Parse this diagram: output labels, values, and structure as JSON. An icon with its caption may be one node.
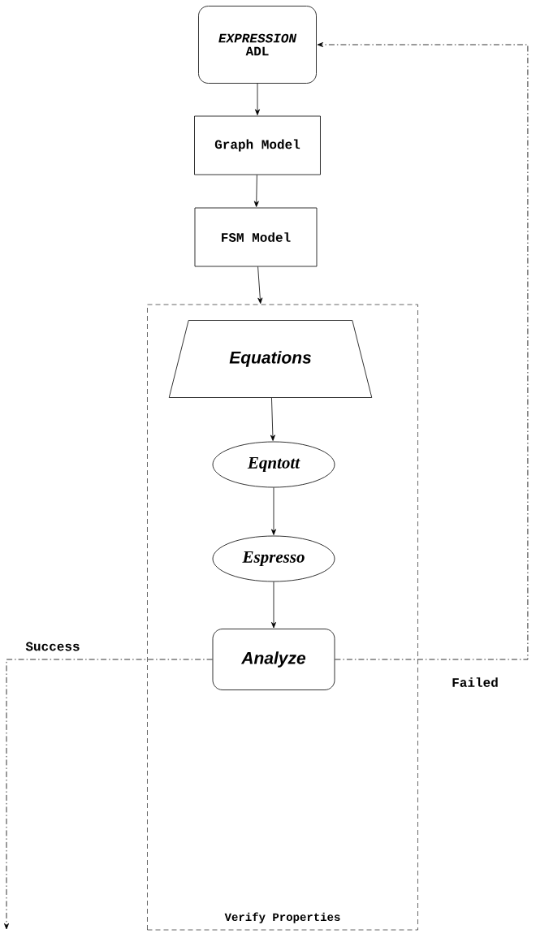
{
  "diagram": {
    "nodes": [
      {
        "text": [
          "EXPRESSION",
          "ADL"
        ]
      },
      {
        "text": [
          "Graph Model"
        ]
      },
      {
        "text": [
          "FSM Model"
        ]
      },
      {
        "text": [
          "Verify Properties"
        ]
      },
      {
        "text": [
          "Equations"
        ],
        "in": 3
      },
      {
        "text": [
          "Eqntott"
        ],
        "in": 3
      },
      {
        "text": [
          "Espresso"
        ],
        "in": 3
      },
      {
        "text": [
          "Analyze"
        ],
        "in": 3
      }
    ],
    "edges": [
      {
        "from": 0,
        "to": 1,
        "arrow": "to"
      },
      {
        "from": 1,
        "to": 2,
        "arrow": "to"
      },
      {
        "from": 2,
        "to": 3,
        "arrow": "to"
      },
      {
        "from": 4,
        "to": 5,
        "arrow": "to"
      },
      {
        "from": 5,
        "to": 6,
        "arrow": "to"
      },
      {
        "from": 6,
        "to": 7,
        "arrow": "to"
      },
      {
        "from": 7,
        "to": 0,
        "arrow": "to",
        "label": "Failed",
        "style": "dashed"
      },
      {
        "from": 7,
        "to": null,
        "arrow": "to",
        "label": "Success",
        "style": "dashed"
      }
    ]
  }
}
